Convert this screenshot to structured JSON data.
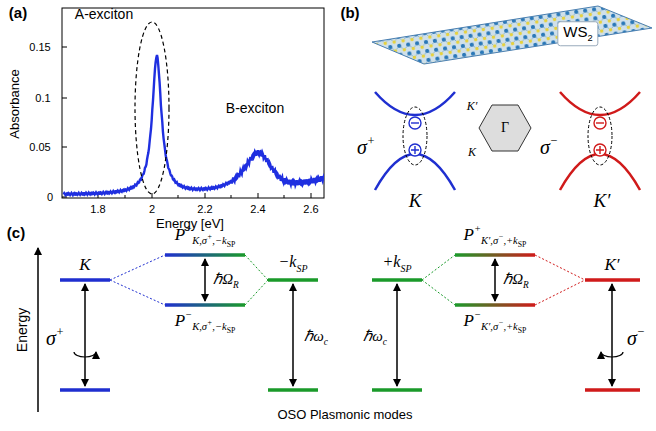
{
  "diagram": {
    "labels": [
      "(a)",
      "Absorbance",
      "0.15",
      "0.1",
      "0.05",
      "0",
      "1.8",
      "2",
      "2.2",
      "2.4",
      "2.6",
      "Energy [eV]",
      "A-exciton",
      "B-exciton",
      "(b)",
      "WS",
      "2",
      "σ",
      "+",
      "K",
      "K′",
      "K",
      "Γ",
      "σ",
      "−",
      "K′",
      "(c)",
      "Energy",
      "K",
      "σ",
      "+",
      "P",
      "+",
      "K,σ",
      "+",
      ",−k",
      "SP",
      "ℏΩ",
      "R",
      "P",
      "−",
      "K,σ",
      "+",
      ",−k",
      "SP",
      "−k",
      "SP",
      "ℏω",
      "c",
      "+k",
      "SP",
      "ℏω",
      "c",
      "P",
      "+",
      "K′,σ",
      "−",
      ",+k",
      "SP",
      "ℏΩ",
      "R",
      "P",
      "−",
      "K′,σ",
      "−",
      ",+k",
      "SP",
      "K′",
      "σ",
      "−",
      "OSO Plasmonic modes"
    ]
  }
}
